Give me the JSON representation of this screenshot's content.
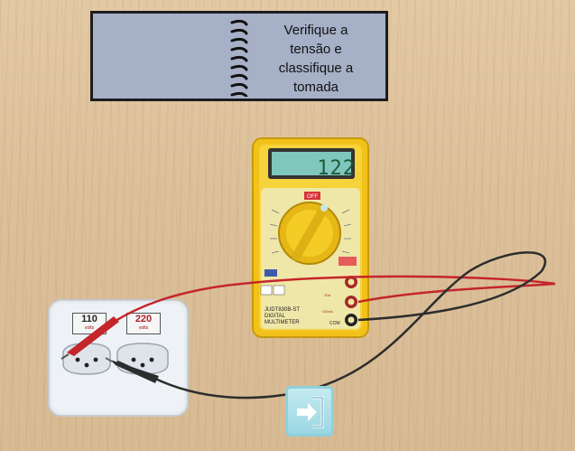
{
  "instruction": {
    "line1": "Verifique a",
    "line2": "tensão e",
    "line3": "classifique a",
    "line4": "tomada"
  },
  "multimeter": {
    "display_value": "122",
    "off_label": "OFF",
    "model_line1": "JUDT830B-ST",
    "model_line2": "DIGITAL",
    "model_line3": "MULTIMETER",
    "port_com": "COM",
    "port_label_a": "10A",
    "port_label_v": "VΩmA"
  },
  "socket": {
    "label_left": "110",
    "label_left_sub": "volts",
    "label_right": "220",
    "label_right_sub": "volts"
  },
  "colors": {
    "wood": "#dcc09a",
    "card": "#a6b1c7",
    "meter_body": "#f2c21b",
    "lcd": "#7fc6bc",
    "red_probe": "#c4262b",
    "black_probe": "#2d2d2d",
    "exit_button": "#9ad7e3"
  },
  "icons": {
    "exit": "exit-door-arrow-icon",
    "binder": "spiral-binding-icon"
  }
}
